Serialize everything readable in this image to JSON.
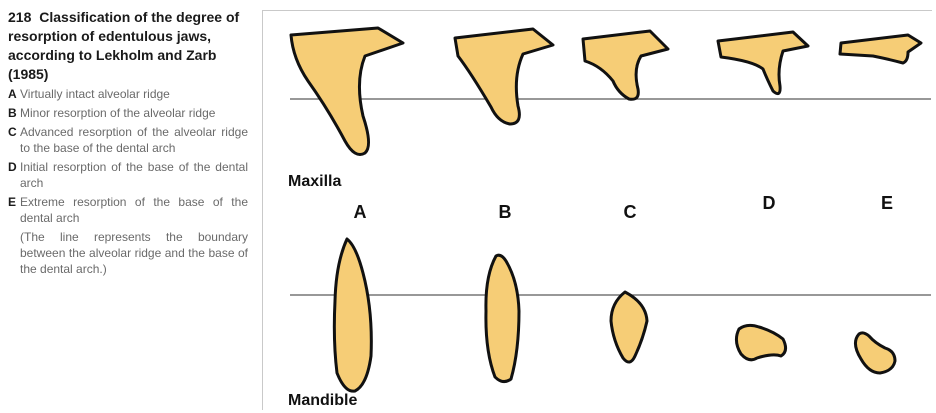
{
  "caption": {
    "figure_number": "218",
    "title": "Classification of the degree of resorption of edentulous jaws, according to Lekholm and Zarb (1985)",
    "items": [
      {
        "letter": "A",
        "text": "Virtually intact alveolar ridge"
      },
      {
        "letter": "B",
        "text": "Minor resorption of the alveolar ridge"
      },
      {
        "letter": "C",
        "text": "Advanced resorption of the alveolar ridge to the base of the dental arch"
      },
      {
        "letter": "D",
        "text": "Initial resorption of the base of the dental arch"
      },
      {
        "letter": "E",
        "text": "Extreme resorption of the base of the dental arch"
      }
    ],
    "note": "(The line represents the boundary between the alveolar ridge and the base of the dental arch.)"
  },
  "figure": {
    "maxilla_label": "Maxilla",
    "mandible_label": "Mandible",
    "class_labels": [
      "A",
      "B",
      "C",
      "D",
      "E"
    ],
    "bone_color": "#f6cd76",
    "outline_color": "#111111"
  }
}
